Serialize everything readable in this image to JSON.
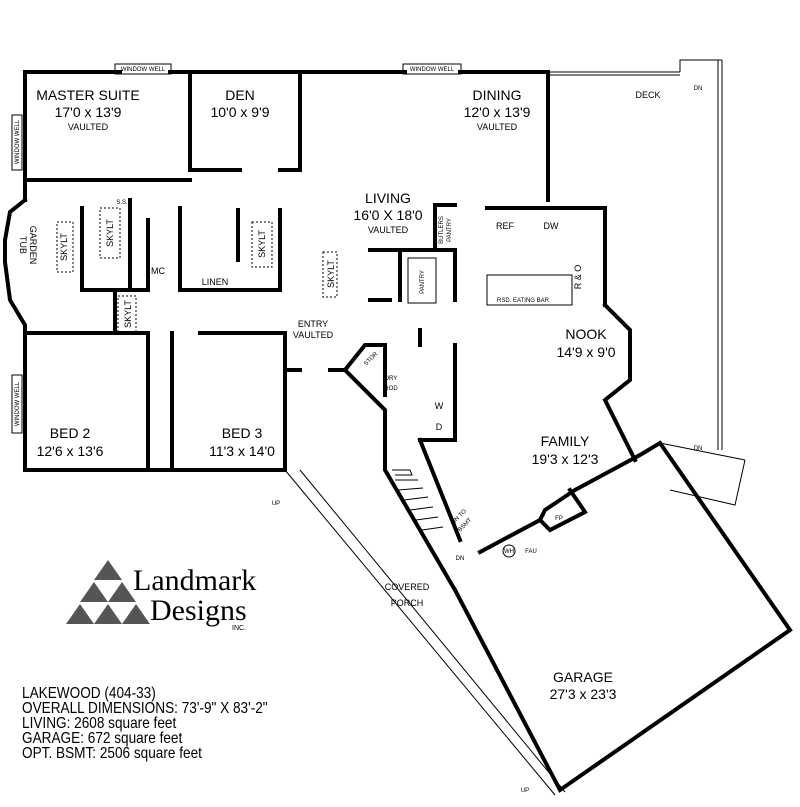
{
  "rooms": {
    "master_suite": {
      "name": "MASTER SUITE",
      "size": "17'0 x 13'9",
      "note": "VAULTED"
    },
    "den": {
      "name": "DEN",
      "size": "10'0 x 9'9"
    },
    "dining": {
      "name": "DINING",
      "size": "12'0 x 13'9",
      "note": "VAULTED"
    },
    "living": {
      "name": "LIVING",
      "size": "16'0 X 18'0",
      "note": "VAULTED"
    },
    "nook": {
      "name": "NOOK",
      "size": "14'9 x 9'0"
    },
    "family": {
      "name": "FAMILY",
      "size": "19'3 x 12'3"
    },
    "bed2": {
      "name": "BED 2",
      "size": "12'6 x 13'6"
    },
    "bed3": {
      "name": "BED 3",
      "size": "11'3 x 14'0"
    },
    "garage": {
      "name": "GARAGE",
      "size": "27'3 x 23'3"
    },
    "entry": {
      "name": "ENTRY",
      "note": "VAULTED"
    },
    "deck": {
      "name": "DECK"
    },
    "porch": {
      "line1": "COVERED",
      "line2": "PORCH"
    }
  },
  "fixtures": {
    "window_well": "WINDOW WELL",
    "skylight": "SKYLT",
    "garden_tub_1": "GARDEN",
    "garden_tub_2": "TUB",
    "ss": "S.S.",
    "mc": "MC",
    "linen": "LINEN",
    "butlers_1": "BUTLERS",
    "butlers_2": "PANTRY",
    "pantry": "PANTRY",
    "ref": "REF",
    "dw": "DW",
    "range": "R & O",
    "eating_bar": "RSD. EATING BAR",
    "stor": "STOR",
    "dry_1": "DRY",
    "dry_2": "ROD",
    "washer": "W",
    "dryer": "D",
    "dn_bsmt_1": "DN TO",
    "dn_bsmt_2": "BSMT",
    "dn": "DN",
    "up": "UP",
    "fp": "FP",
    "fau": "FAU",
    "wh": "WH"
  },
  "logo": {
    "line1": "Landmark",
    "line2": "Designs",
    "suffix": "INC."
  },
  "info": {
    "plan_name": "LAKEWOOD (404-33)",
    "overall": "OVERALL DIMENSIONS: 73'-9\" X 83'-2\"",
    "living": "LIVING: 2608 square feet",
    "garage": "GARAGE: 672 square feet",
    "basement": "OPT. BSMT: 2506 square feet"
  }
}
